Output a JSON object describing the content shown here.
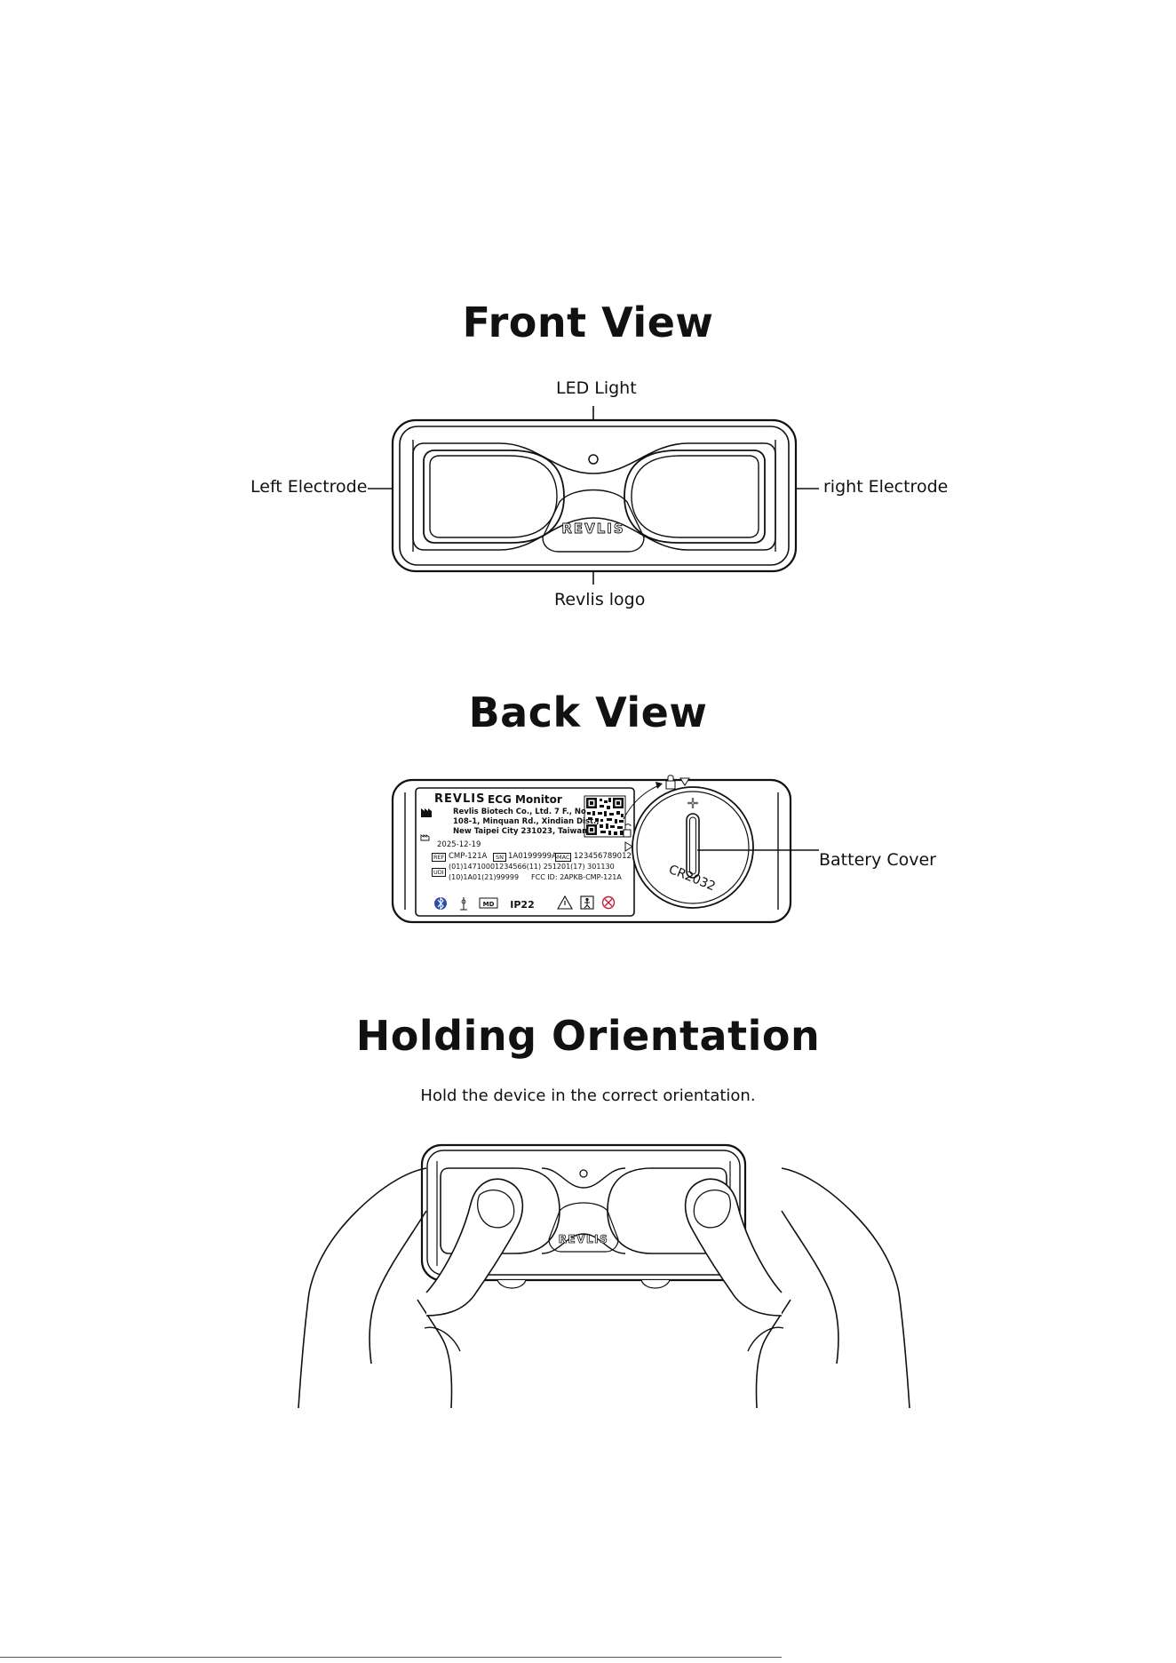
{
  "front_view": {
    "title": "Front View",
    "labels": {
      "led": "LED Light",
      "left": "Left Electrode",
      "right": "right Electrode",
      "logo": "Revlis logo"
    },
    "device_logo": "REVLIS"
  },
  "back_view": {
    "title": "Back View",
    "battery_cover": "Battery Cover",
    "battery_type": "CR2032",
    "sticker": {
      "brand": "REVLIS",
      "product": "ECG Monitor",
      "manufacturer_line1": "Revlis Biotech Co., Ltd. 7 F., No.",
      "manufacturer_line2": "108-1, Minquan Rd., Xindian Dist.,",
      "manufacturer_line3": "New Taipei City 231023, Taiwan",
      "date": "2025-12-19",
      "ref_tag": "REF",
      "ref_value": "CMP-121A",
      "sn_tag": "SN",
      "sn_value": "1A0199999A",
      "mac_tag": "MAC",
      "mac_value": "123456789012",
      "udi_tag": "UDI",
      "udi_line1": "(01)14710001234566(11) 251201(17) 301130",
      "udi_line2": "(10)1A01(21)99999",
      "fcc": "FCC ID: 2APKB-CMP-121A",
      "md_tag": "MD",
      "ip": "IP22"
    }
  },
  "holding": {
    "title": "Holding Orientation",
    "caption": "Hold the device in the correct orientation.",
    "device_logo": "REVLIS"
  }
}
